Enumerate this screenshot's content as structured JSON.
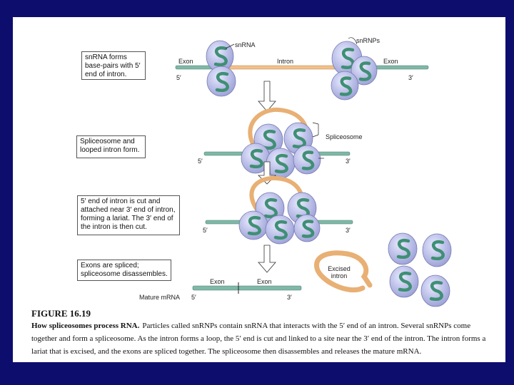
{
  "figure": {
    "label": "FIGURE 16.19",
    "title": "How spliceosomes process RNA.",
    "text": "Particles called snRNPs contain snRNA that interacts with the 5′ end of an intron. Several snRNPs come together and form a spliceosome. As the intron forms a loop, the 5′ end is cut and linked to a site near the 3′ end of the intron. The intron forms a lariat that is excised, and the exons are spliced together. The spliceosome then disassembles and releases the mature mRNA."
  },
  "steps": [
    {
      "text": "snRNA forms base-pairs with 5′ end of intron."
    },
    {
      "text": "Spliceosome and looped intron form."
    },
    {
      "text": "5′ end of intron is cut and attached near 3′ end of intron, forming a lariat. The 3′ end of the intron is then cut."
    },
    {
      "text": "Exons are spliced; spliceosome disassembles."
    }
  ],
  "labels": {
    "snrna": "snRNA",
    "snrnps": "snRNPs",
    "exon_left": "Exon",
    "intron": "Intron",
    "exon_right": "Exon",
    "five_prime": "5′",
    "three_prime": "3′",
    "spliceosome": "Spliceosome",
    "excised_intron": "Excised intron",
    "mature_mrna": "Mature mRNA",
    "mature_exon_left": "Exon",
    "mature_exon_right": "Exon"
  },
  "colors": {
    "background": "#0d0d6e",
    "exon_rna": "#7fb8a6",
    "intron_rna": "#f3c08a",
    "snrnp": "#b9bde6",
    "snrna": "#3f8f74"
  }
}
